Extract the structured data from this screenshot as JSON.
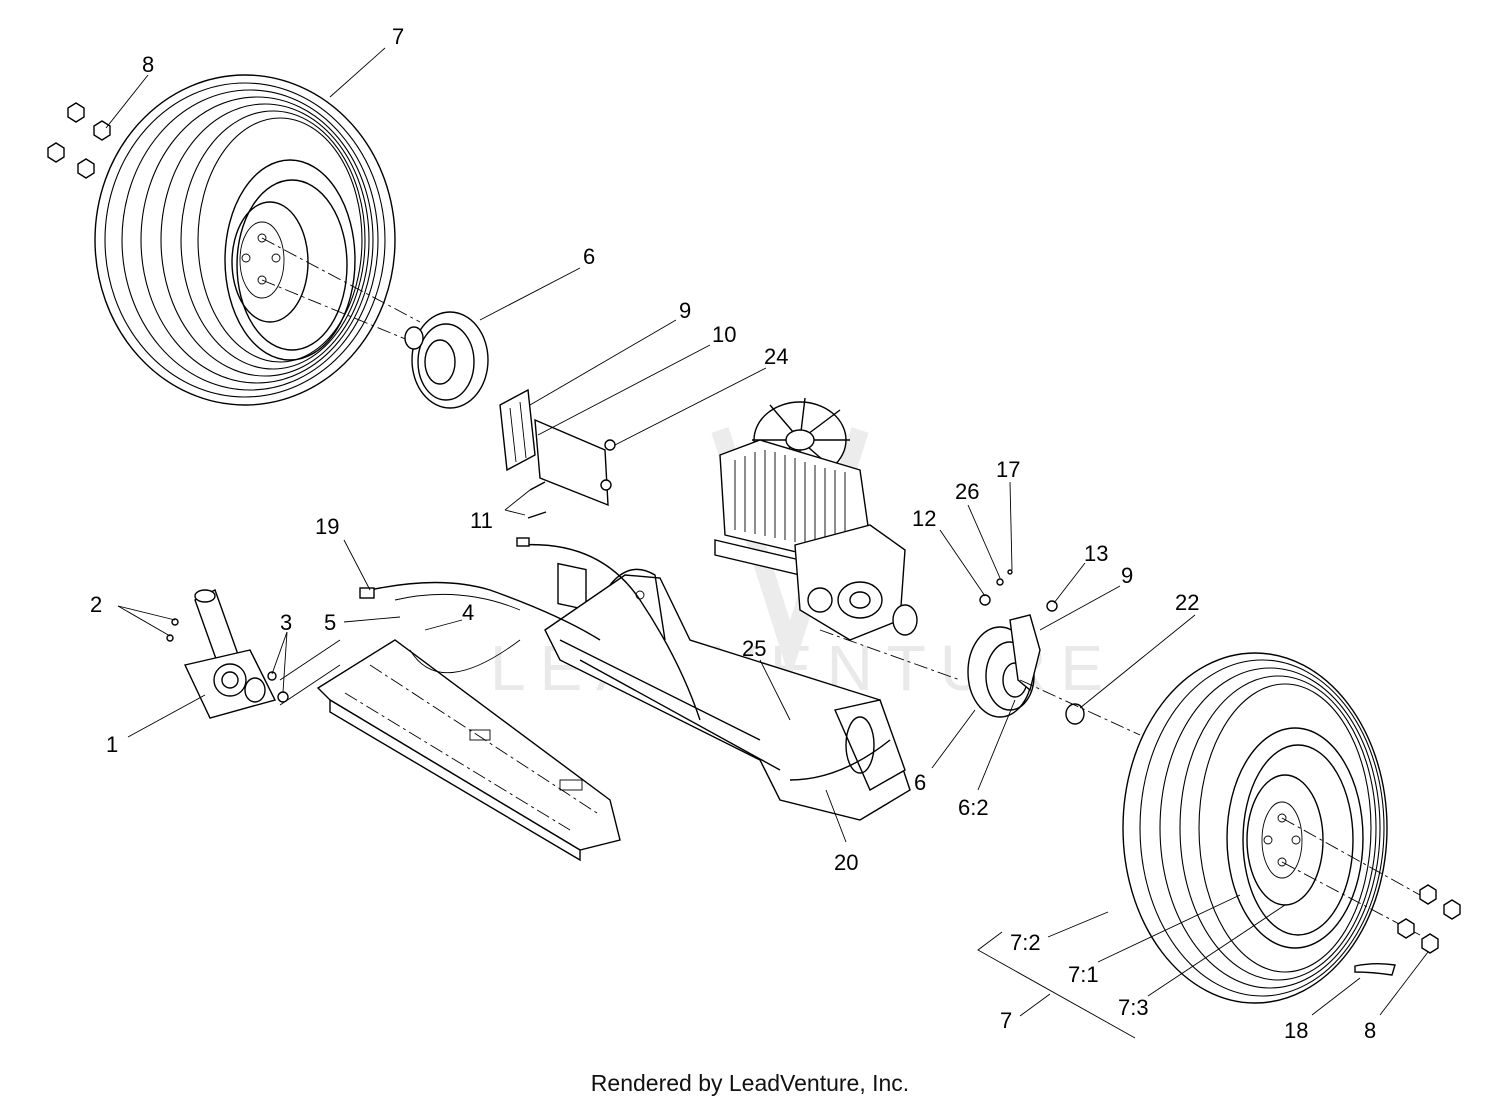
{
  "watermark": "LEADVENTURE",
  "footer": "Rendered by LeadVenture, Inc.",
  "callouts": {
    "c1": "1",
    "c2": "2",
    "c3": "3",
    "c4": "4",
    "c5": "5",
    "c6a": "6",
    "c6b": "6",
    "c6_2": "6:2",
    "c7a": "7",
    "c7b": "7",
    "c7_1": "7:1",
    "c7_2": "7:2",
    "c7_3": "7:3",
    "c8a": "8",
    "c8b": "8",
    "c9a": "9",
    "c9b": "9",
    "c10": "10",
    "c11": "11",
    "c12": "12",
    "c13": "13",
    "c17": "17",
    "c18": "18",
    "c19": "19",
    "c20": "20",
    "c22": "22",
    "c24": "24",
    "c25": "25",
    "c26": "26"
  }
}
